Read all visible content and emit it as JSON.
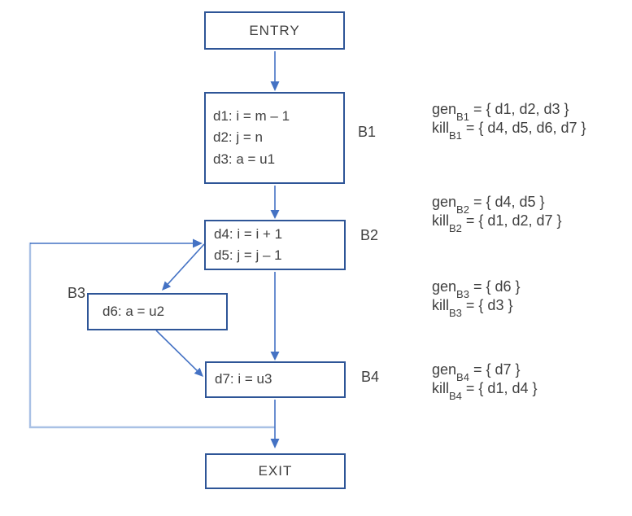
{
  "colors": {
    "background": "#FFFFFF",
    "boxBorder": "#2E5597",
    "arrow": "#4472C4",
    "loopLine": "#A9C1E5",
    "text": "#404040"
  },
  "nodes": {
    "entry": {
      "label": "ENTRY"
    },
    "b1": {
      "label": "B1",
      "lines": [
        "d1: i = m – 1",
        "d2: j = n",
        "d3: a = u1"
      ]
    },
    "b2": {
      "label": "B2",
      "lines": [
        "d4: i = i + 1",
        "d5: j = j – 1"
      ]
    },
    "b3": {
      "label": "B3",
      "lines": [
        "d6: a = u2"
      ]
    },
    "b4": {
      "label": "B4",
      "lines": [
        "d7: i = u3"
      ]
    },
    "exit": {
      "label": "EXIT"
    }
  },
  "annotations": [
    {
      "func": "gen",
      "sub": "B1",
      "value": " = { d1, d2, d3 }"
    },
    {
      "func": "kill",
      "sub": "B1",
      "value": " = { d4, d5, d6, d7 }"
    },
    {
      "func": "gen",
      "sub": "B2",
      "value": " = { d4, d5 }"
    },
    {
      "func": "kill",
      "sub": "B2",
      "value": " = { d1, d2, d7 }"
    },
    {
      "func": "gen",
      "sub": "B3",
      "value": " = { d6 }"
    },
    {
      "func": "kill",
      "sub": "B3",
      "value": " = { d3 }"
    },
    {
      "func": "gen",
      "sub": "B4",
      "value": " = { d7 }"
    },
    {
      "func": "kill",
      "sub": "B4",
      "value": " = { d1, d4 }"
    }
  ]
}
